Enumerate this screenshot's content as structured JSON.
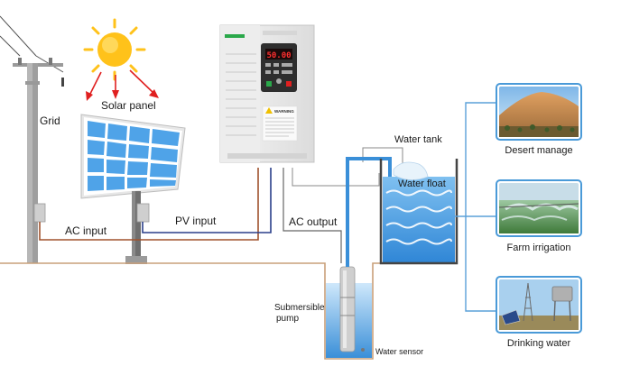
{
  "labels": {
    "grid": "Grid",
    "solar_panel": "Solar panel",
    "ac_input": "AC input",
    "pv_input": "PV input",
    "ac_output": "AC output",
    "water_tank": "Water tank",
    "water_float": "Water float",
    "submersible_pump_line1": "Submersible",
    "submersible_pump_line2": "pump",
    "water_sensor": "Water sensor"
  },
  "inverter": {
    "display_value": "50.00",
    "warning_title": "WARNING"
  },
  "applications": [
    {
      "label": "Desert manage"
    },
    {
      "label": "Farm irrigation"
    },
    {
      "label": "Drinking water"
    }
  ],
  "colors": {
    "pv_line": "#2a3f8a",
    "ac_line": "#a0522d",
    "ground_line": "#c9a07a",
    "water": "#3a8fd8",
    "bracket": "#5aa0d8",
    "sun": "#ffc21a",
    "sun_arrow": "#e02020",
    "panel_cell": "#4fa3e8"
  }
}
